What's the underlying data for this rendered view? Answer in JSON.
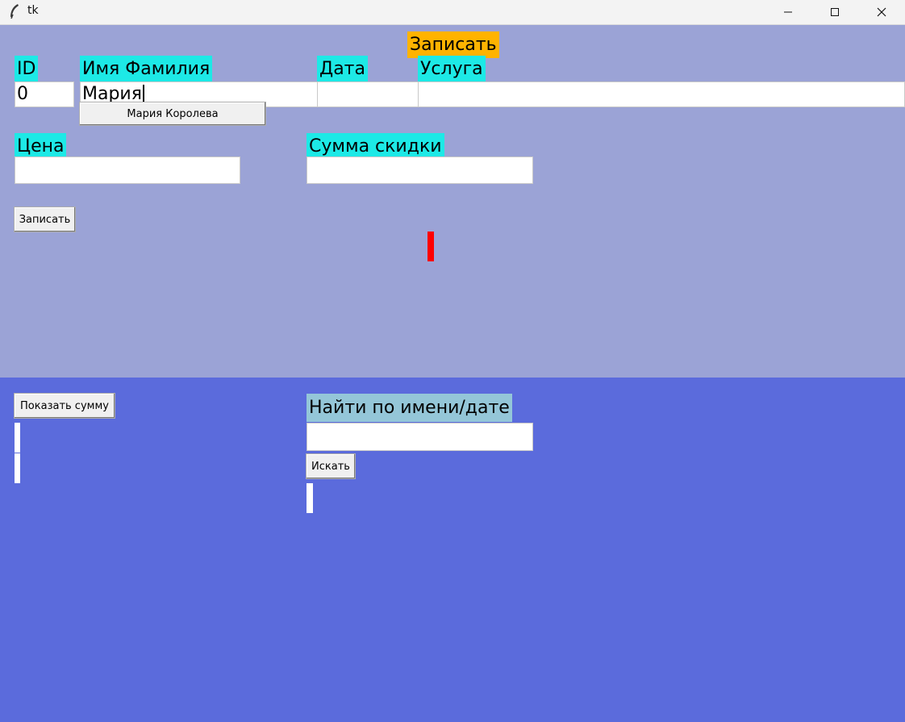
{
  "window": {
    "title": "tk"
  },
  "header": {
    "save_title": "Записать"
  },
  "form": {
    "id_label": "ID",
    "id_value": "0",
    "name_label": "Имя Фамилия",
    "name_value": "Мария",
    "name_suggestion": "Мария Королева",
    "date_label": "Дата",
    "date_value": "",
    "service_label": "Услуга",
    "service_value": "",
    "price_label": "Цена",
    "price_value": "",
    "discount_label": "Сумма скидки",
    "discount_value": "",
    "save_button": "Записать"
  },
  "status": {
    "indicator_color": "#ff0000"
  },
  "summary": {
    "show_sum_button": "Показать сумму"
  },
  "search": {
    "label": "Найти по имени/дате",
    "value": "",
    "button": "Искать"
  },
  "colors": {
    "top_bg": "#9ba3d6",
    "bottom_bg": "#5b6bdc",
    "label_cyan": "#1de9e6",
    "title_orange": "#ffb300",
    "search_label_bg": "#94c6d8"
  }
}
